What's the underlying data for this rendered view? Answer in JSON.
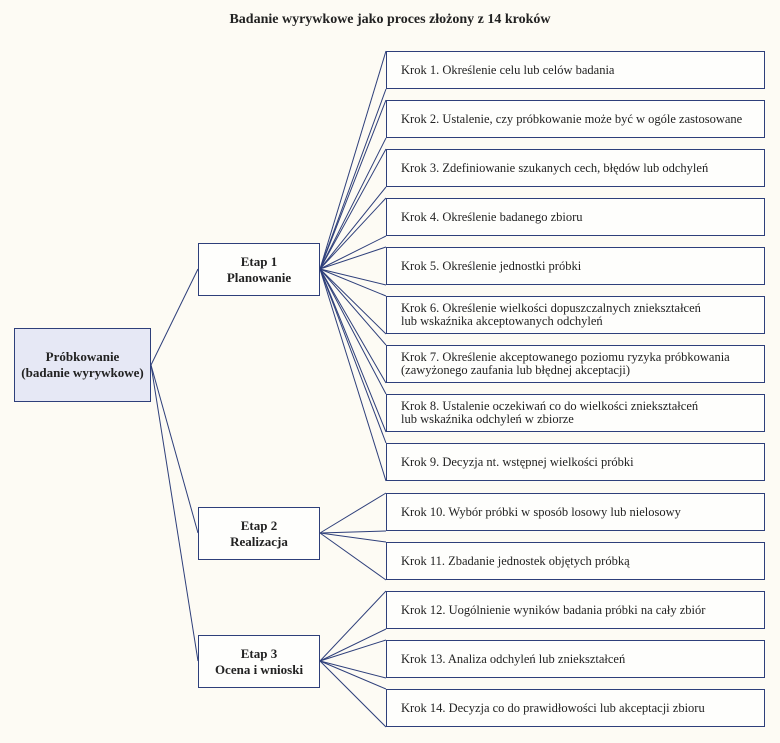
{
  "title": "Badanie wyrywkowe jako proces złożony z 14 kroków",
  "root": {
    "line1": "Próbkowanie",
    "line2": "(badanie wyrywkowe)"
  },
  "stages": [
    {
      "label": "Etap 1",
      "name": "Planowanie"
    },
    {
      "label": "Etap 2",
      "name": "Realizacja"
    },
    {
      "label": "Etap 3",
      "name": "Ocena i wnioski"
    }
  ],
  "steps": [
    "Krok 1. Określenie celu lub celów badania",
    "Krok 2. Ustalenie, czy próbkowanie może być w ogóle zastosowane",
    "Krok 3. Zdefiniowanie szukanych cech, błędów lub odchyleń",
    "Krok 4. Określenie badanego zbioru",
    "Krok 5. Określenie jednostki próbki",
    "Krok 6. Określenie wielkości dopuszczalnych zniekształceń\nlub wskaźnika akceptowanych odchyleń",
    "Krok 7. Określenie akceptowanego poziomu ryzyka próbkowania\n(zawyżonego zaufania lub błędnej akceptacji)",
    "Krok 8. Ustalenie oczekiwań co do wielkości zniekształceń\nlub wskaźnika odchyleń w zbiorze",
    "Krok 9. Decyzja nt. wstępnej wielkości próbki",
    "Krok 10. Wybór próbki w sposób losowy lub nielosowy",
    "Krok 11. Zbadanie jednostek objętych próbką",
    "Krok 12. Uogólnienie wyników badania próbki na cały zbiór",
    "Krok 13. Analiza odchyleń lub zniekształceń",
    "Krok 14. Decyzja co do prawidłowości lub akceptacji zbioru"
  ],
  "colors": {
    "line": "#2e3f7a",
    "root_fill": "#e6e8f5",
    "background": "#fdfbf4"
  }
}
